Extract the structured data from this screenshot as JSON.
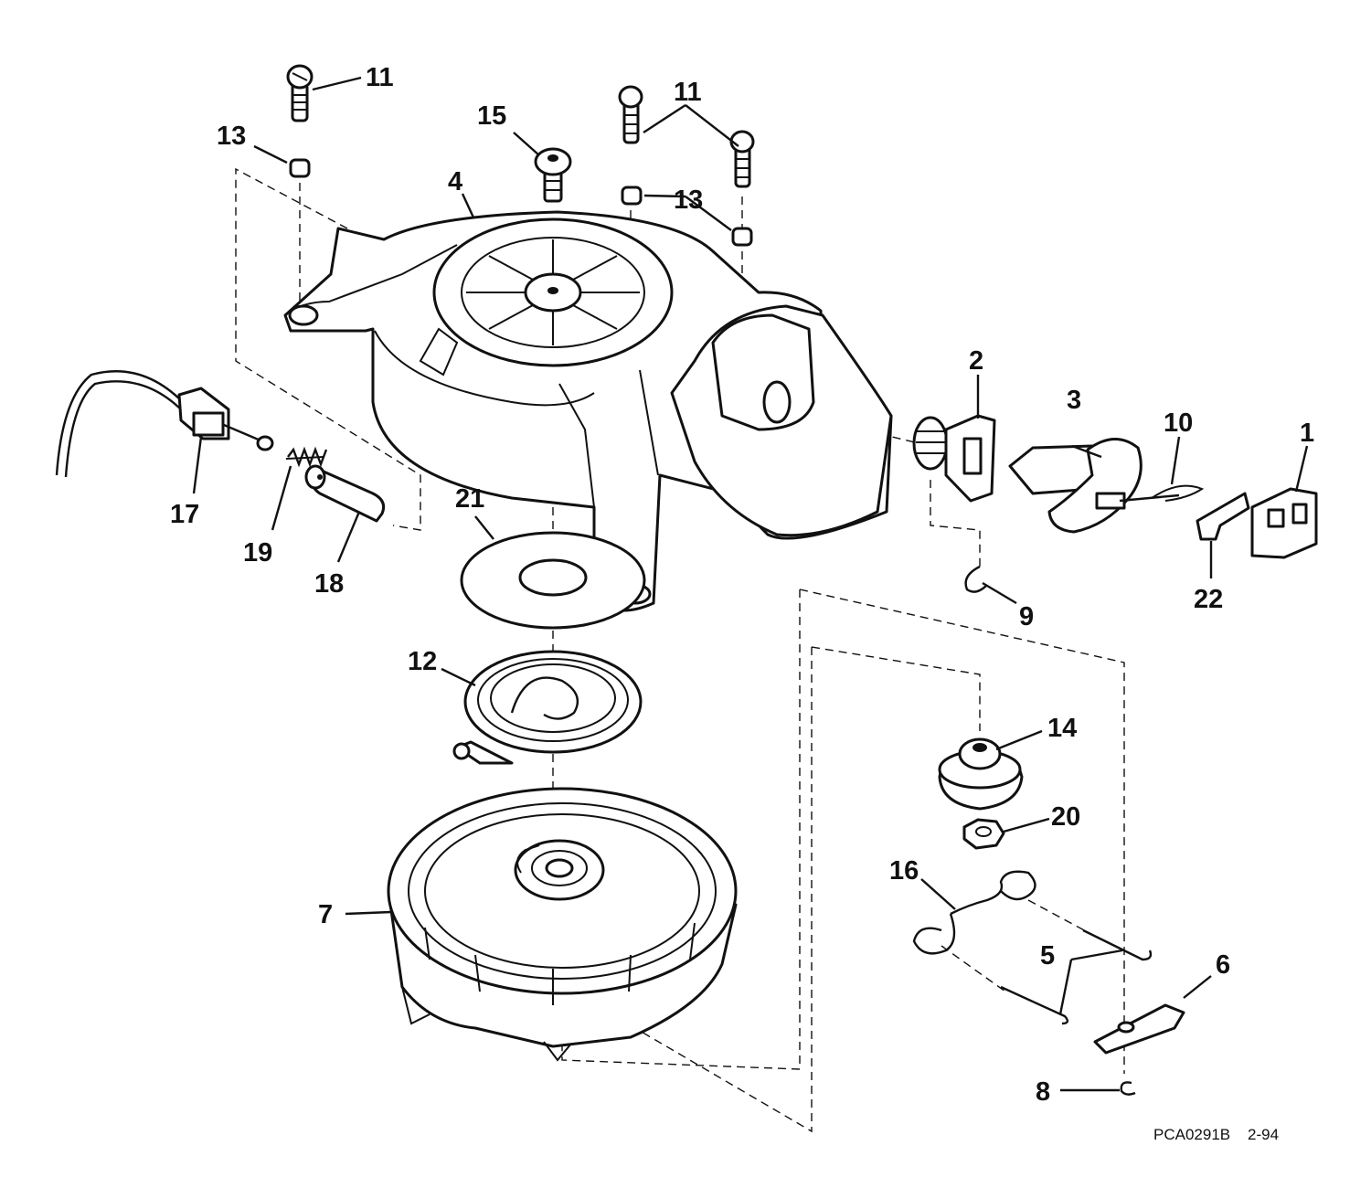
{
  "diagram": {
    "callouts": [
      {
        "id": "c11a",
        "number": "11"
      },
      {
        "id": "c13a",
        "number": "13"
      },
      {
        "id": "c15",
        "number": "15"
      },
      {
        "id": "c11b",
        "number": "11"
      },
      {
        "id": "c13b",
        "number": "13"
      },
      {
        "id": "c4",
        "number": "4"
      },
      {
        "id": "c2",
        "number": "2"
      },
      {
        "id": "c3",
        "number": "3"
      },
      {
        "id": "c10",
        "number": "10"
      },
      {
        "id": "c1",
        "number": "1"
      },
      {
        "id": "c17",
        "number": "17"
      },
      {
        "id": "c19",
        "number": "19"
      },
      {
        "id": "c18",
        "number": "18"
      },
      {
        "id": "c21",
        "number": "21"
      },
      {
        "id": "c22",
        "number": "22"
      },
      {
        "id": "c9",
        "number": "9"
      },
      {
        "id": "c12",
        "number": "12"
      },
      {
        "id": "c14",
        "number": "14"
      },
      {
        "id": "c20",
        "number": "20"
      },
      {
        "id": "c16",
        "number": "16"
      },
      {
        "id": "c7",
        "number": "7"
      },
      {
        "id": "c5",
        "number": "5"
      },
      {
        "id": "c6",
        "number": "6"
      },
      {
        "id": "c8",
        "number": "8"
      }
    ],
    "figure_code": "PCA0291B",
    "figure_date": "2-94"
  }
}
